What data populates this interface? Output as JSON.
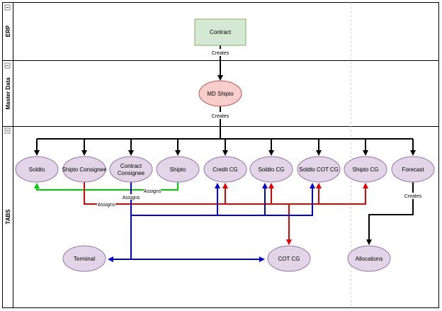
{
  "colors": {
    "process_fill": "#d5e8d4",
    "process_stroke": "#82b366",
    "master_fill": "#f8cecc",
    "master_stroke": "#b85450",
    "entity_fill": "#e1d5e7",
    "entity_stroke": "#9673a6",
    "black_edge": "#000000",
    "red_edge": "#e00000",
    "blue_edge": "#0000cc",
    "green_edge": "#00cc00"
  },
  "lanes": [
    {
      "id": "erp",
      "label": "ERP"
    },
    {
      "id": "master",
      "label": "Master Data"
    },
    {
      "id": "tabs",
      "label": "TABS"
    }
  ],
  "nodes": {
    "contract": {
      "label": "Contract"
    },
    "md_shipto": {
      "label": "MD Shipto"
    },
    "soldto": {
      "label": "Soldto"
    },
    "shipto_consignee": {
      "label": "Shipto Consignee"
    },
    "contract_consignee": {
      "line1": "Contract",
      "line2": "Consignee"
    },
    "shipto": {
      "label": "Shipto"
    },
    "credit_cg": {
      "label": "Credit CG"
    },
    "soldto_cg": {
      "label": "Soldto CG"
    },
    "soldto_cot_cg": {
      "label": "Soldto COT CG"
    },
    "shipto_cg": {
      "label": "Shipto CG"
    },
    "forecast": {
      "label": "Forecast"
    },
    "terminal": {
      "label": "Terminal"
    },
    "cot_cg": {
      "label": "COT CG"
    },
    "allocations": {
      "label": "Allocations"
    }
  },
  "edge_labels": {
    "contract_creates": "Creates",
    "md_creates": "Creates",
    "shipto_assigns": "Assigns",
    "contract_consignee_assigns": "Assigns",
    "shipto_consignee_assigns": "Assigns",
    "forecast_creates": "Creates"
  }
}
